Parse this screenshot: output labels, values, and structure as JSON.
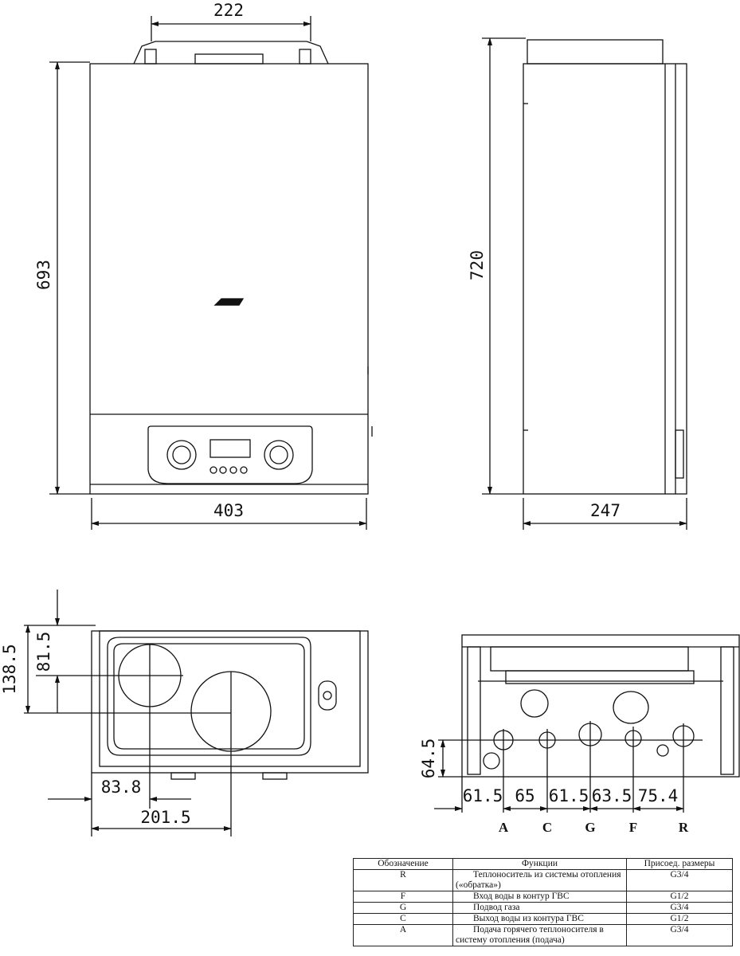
{
  "drawing": {
    "front_view": {
      "width_label": "403",
      "height_label": "693",
      "bracket_label": "222"
    },
    "side_view": {
      "height_label": "720",
      "depth_label": "247"
    },
    "bottom_left_view": {
      "dim_138": "138.5",
      "dim_81": "81.5",
      "dim_83": "83.8",
      "dim_201": "201.5"
    },
    "bottom_right_view": {
      "height_label": "64.5",
      "spacings": [
        "61.5",
        "65",
        "61.5",
        "63.5",
        "75.4"
      ],
      "connections": [
        "A",
        "C",
        "G",
        "F",
        "R"
      ]
    }
  },
  "table": {
    "headers": [
      "Обозначение",
      "Функции",
      "Присоед. размеры"
    ],
    "rows": [
      {
        "code": "R",
        "function": "Теплоноситель из системы отопления («обратка»)",
        "size": "G3/4"
      },
      {
        "code": "F",
        "function": "Вход воды в контур ГВС",
        "size": "G1/2"
      },
      {
        "code": "G",
        "function": "Подвод газа",
        "size": "G3/4"
      },
      {
        "code": "C",
        "function": "Выход воды из контура ГВС",
        "size": "G1/2"
      },
      {
        "code": "A",
        "function": "Подача горячего теплоносителя в систему отопления (подача)",
        "size": "G3/4"
      }
    ]
  }
}
